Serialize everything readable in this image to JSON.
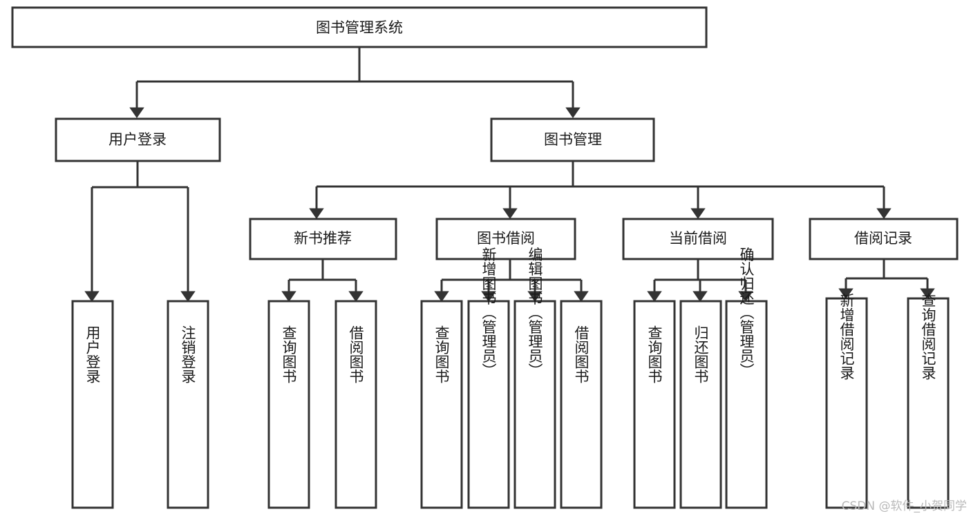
{
  "diagram": {
    "title": "图书管理系统",
    "type": "tree-hierarchy-diagram",
    "root": {
      "id": "root",
      "label": "图书管理系统"
    },
    "level2": [
      {
        "id": "user-login",
        "label": "用户登录"
      },
      {
        "id": "book-manage",
        "label": "图书管理"
      }
    ],
    "level3": [
      {
        "id": "new-book-recommend",
        "label": "新书推荐"
      },
      {
        "id": "book-borrow",
        "label": "图书借阅"
      },
      {
        "id": "current-borrow",
        "label": "当前借阅"
      },
      {
        "id": "borrow-record",
        "label": "借阅记录"
      }
    ],
    "leaves": {
      "user_login": [
        {
          "id": "leaf-user-login",
          "label": "用户登录"
        },
        {
          "id": "leaf-logout-login",
          "label": "注销登录"
        }
      ],
      "new_book_recommend": [
        {
          "id": "leaf-query-book-1",
          "label": "查询图书"
        },
        {
          "id": "leaf-borrow-book-1",
          "label": "借阅图书"
        }
      ],
      "book_borrow": [
        {
          "id": "leaf-query-book-2",
          "label": "查询图书"
        },
        {
          "id": "leaf-add-book",
          "label": "新增图书（管理员）"
        },
        {
          "id": "leaf-edit-book",
          "label": "编辑图书（管理员）"
        },
        {
          "id": "leaf-borrow-book-2",
          "label": "借阅图书"
        }
      ],
      "current_borrow": [
        {
          "id": "leaf-query-book-3",
          "label": "查询图书"
        },
        {
          "id": "leaf-return-book",
          "label": "归还图书"
        },
        {
          "id": "leaf-confirm-return",
          "label": "确认归还（管理员）"
        }
      ],
      "borrow_record": [
        {
          "id": "leaf-add-record",
          "label": "新增借阅记录"
        },
        {
          "id": "leaf-query-record",
          "label": "查询借阅记录"
        }
      ]
    },
    "colors": {
      "stroke": "#333333",
      "fill": "#ffffff",
      "text": "#1a1a1a",
      "watermark": "#b9b9b9",
      "background": "#ffffff"
    }
  },
  "watermark": {
    "text": "CSDN @软件_小贺同学"
  }
}
